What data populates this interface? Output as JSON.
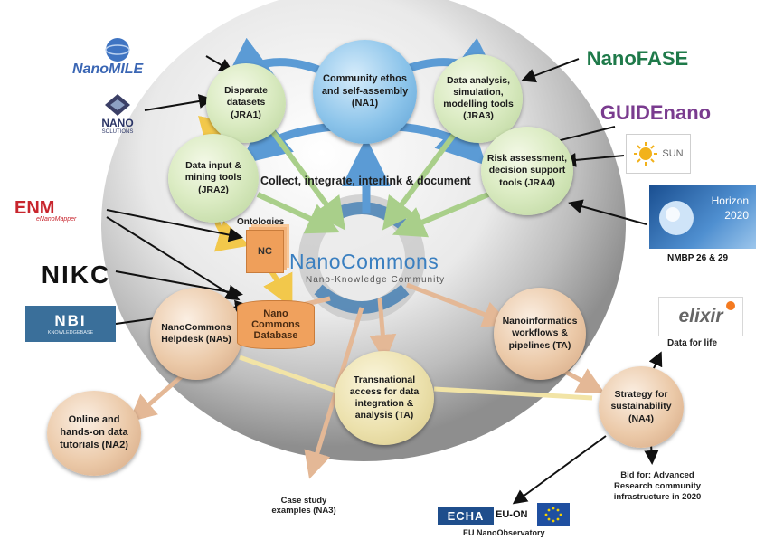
{
  "nodes": {
    "na1": "Community ethos and self-assembly (NA1)",
    "jra1": "Disparate datasets (JRA1)",
    "jra3": "Data analysis, simulation, modelling tools (JRA3)",
    "jra2": "Data input & mining tools (JRA2)",
    "jra4": "Risk assessment, decision support tools (JRA4)",
    "na5": "NanoCommons Helpdesk (NA5)",
    "ta_nano": "Nanoinformatics workflows & pipelines (TA)",
    "ta_trans": "Transnational access for data integration & analysis (TA)",
    "na2": "Online and hands-on data tutorials (NA2)",
    "na4": "Strategy for sustainability (NA4)"
  },
  "center": {
    "tagline": "Collect, integrate, interlink & document",
    "brand": "NanoCommons",
    "subtitle": "Nano-Knowledge Community",
    "ontologies": "Ontologies",
    "nc": "NC",
    "database": "Nano Commons Database"
  },
  "logos": {
    "nanomile": "NanoMILE",
    "nanosolutions": "NANO",
    "nanosolutions_sub": "SOLUTIONS",
    "enm": "ENM",
    "enm_sub": "eNanoMapper",
    "nikc": "NIKC",
    "nbi": "NBI",
    "nbi_sub": "KNOWLEDGEBASE",
    "nanofase": "NanoFASE",
    "guide": "GUIDEnano",
    "sun": "SUN",
    "horizon": "Horizon 2020",
    "nmbp": "NMBP 26 & 29",
    "elixir": "elixir",
    "elixir_sub": "Data for life",
    "echa": "ECHA",
    "euon": "EU-ON",
    "euon_sub": "EU NanoObservatory"
  },
  "bottom": {
    "case_study": "Case study examples (NA3)",
    "bid": "Bid for: Advanced Research community infrastructure in 2020"
  },
  "colors": {
    "green_node": "#cfe3b3",
    "blue_node": "#7fb8e3",
    "tan_node": "#e3b894",
    "yellow_node": "#e6d99c",
    "arrow_blue": "#5b9bd5",
    "arrow_green": "#a9cf8a",
    "arrow_tan": "#e4b896",
    "arrow_yellow": "#f2c84b",
    "brand_blue": "#3a7fc0"
  }
}
